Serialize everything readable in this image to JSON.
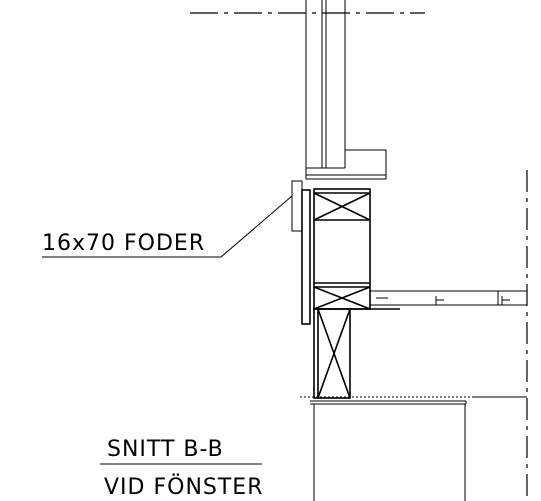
{
  "annotation": {
    "label": "16x70 FODER"
  },
  "title_block": {
    "section": "SNITT B-B",
    "subtitle": "VID FÖNSTER"
  },
  "colors": {
    "line": "#000000",
    "background": "#ffffff"
  }
}
